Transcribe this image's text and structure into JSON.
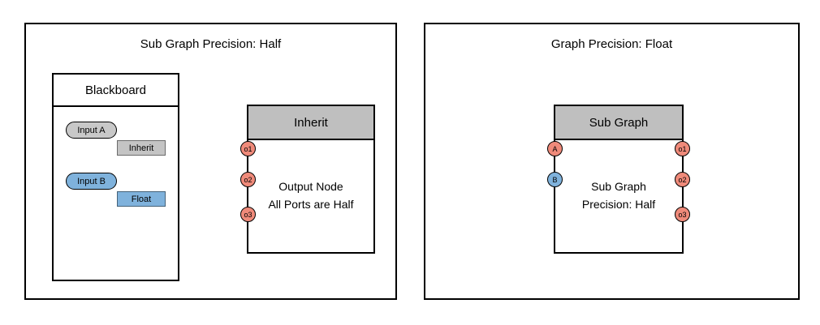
{
  "left": {
    "title": "Sub Graph Precision: Half",
    "blackboard": {
      "title": "Blackboard",
      "input_a": {
        "label": "Input A",
        "type": "Inherit",
        "color": "#c8c8c8",
        "type_color": "#c4c4c4"
      },
      "input_b": {
        "label": "Input B",
        "type": "Float",
        "color": "#7fb2dc",
        "type_color": "#7fb2dc"
      }
    },
    "node": {
      "title": "Inherit",
      "header_color": "#bfbfbf",
      "body": [
        "Output Node",
        "All Ports are Half"
      ],
      "input_ports": [
        {
          "label": "o1",
          "color": "#ef8a7a"
        },
        {
          "label": "o2",
          "color": "#ef8a7a"
        },
        {
          "label": "o3",
          "color": "#ef8a7a"
        }
      ]
    }
  },
  "right": {
    "title": "Graph Precision: Float",
    "node": {
      "title": "Sub Graph",
      "header_color": "#bfbfbf",
      "body": [
        "Sub Graph",
        "Precision: Half"
      ],
      "input_ports": [
        {
          "label": "A",
          "color": "#ef8a7a"
        },
        {
          "label": "B",
          "color": "#7fb2dc"
        }
      ],
      "output_ports": [
        {
          "label": "o1",
          "color": "#ef8a7a"
        },
        {
          "label": "o2",
          "color": "#ef8a7a"
        },
        {
          "label": "o3",
          "color": "#ef8a7a"
        }
      ]
    }
  },
  "colors": {
    "half_precision": "#ef8a7a",
    "float_precision": "#7fb2dc",
    "inherit_gray": "#c4c4c4",
    "node_header": "#bfbfbf",
    "border": "#000000"
  }
}
